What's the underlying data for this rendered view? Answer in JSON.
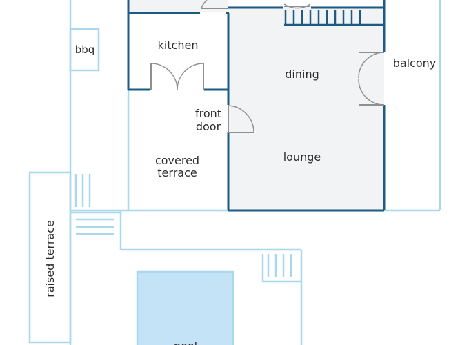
{
  "rooms": {
    "kitchen": "kitchen",
    "dining": "dining",
    "balcony": "balcony",
    "front_door_line1": "front",
    "front_door_line2": "door",
    "lounge": "lounge",
    "covered_terrace_line1": "covered",
    "covered_terrace_line2": "terrace",
    "bbq": "bbq",
    "raised_terrace": "raised terrace",
    "pool_partial": "pool"
  },
  "colors": {
    "interior_floor": "#f2f3f4",
    "pool": "#c5e3f7",
    "wall_dark": "#1d5b83",
    "wall_light": "#a9d8ec",
    "door": "#8f8f8f"
  }
}
